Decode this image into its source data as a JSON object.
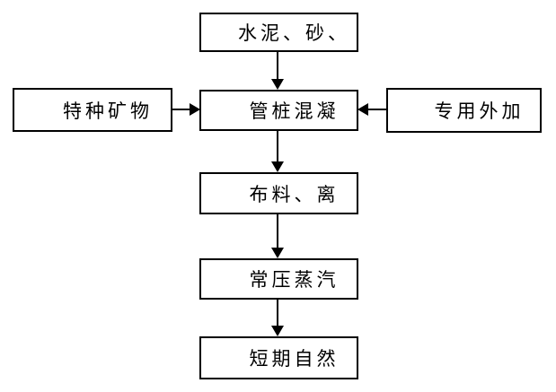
{
  "diagram": {
    "type": "flowchart",
    "background_color": "#ffffff",
    "line_color": "#000000",
    "text_color": "#000000",
    "nodes": {
      "materials": "水泥、砂、",
      "mineral": "特种矿物",
      "concrete": "管桩混凝",
      "additive": "专用外加",
      "fabric": "布料、离",
      "steam": "常压蒸汽",
      "cure": "短期自然"
    },
    "edges": [
      {
        "from": "materials",
        "to": "concrete",
        "direction": "down"
      },
      {
        "from": "mineral",
        "to": "concrete",
        "direction": "right"
      },
      {
        "from": "additive",
        "to": "concrete",
        "direction": "left"
      },
      {
        "from": "concrete",
        "to": "fabric",
        "direction": "down"
      },
      {
        "from": "fabric",
        "to": "steam",
        "direction": "down"
      },
      {
        "from": "steam",
        "to": "cure",
        "direction": "down"
      }
    ]
  }
}
